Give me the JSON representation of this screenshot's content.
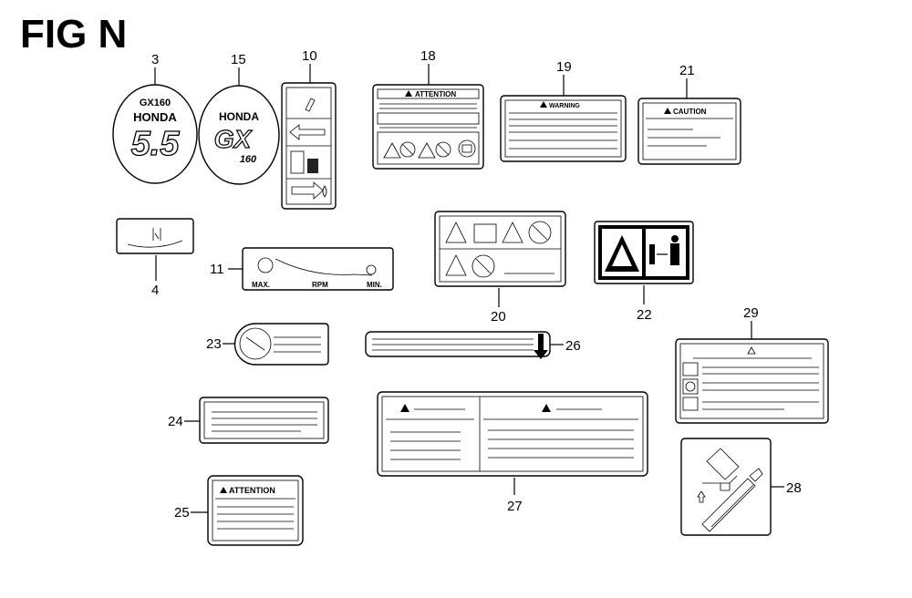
{
  "figure": {
    "title": "FIG N"
  },
  "parts": [
    {
      "id": "3",
      "text_lines": [
        "GX160",
        "HONDA",
        "5.5"
      ]
    },
    {
      "id": "15",
      "text_lines": [
        "HONDA",
        "GX",
        "160"
      ]
    },
    {
      "id": "10"
    },
    {
      "id": "18",
      "header": "ATTENTION"
    },
    {
      "id": "19",
      "header": "WARNING"
    },
    {
      "id": "21",
      "header": "CAUTION"
    },
    {
      "id": "4"
    },
    {
      "id": "11",
      "labels": [
        "MAX.",
        "RPM",
        "MIN."
      ]
    },
    {
      "id": "20"
    },
    {
      "id": "22"
    },
    {
      "id": "23"
    },
    {
      "id": "26"
    },
    {
      "id": "29"
    },
    {
      "id": "24"
    },
    {
      "id": "27"
    },
    {
      "id": "28"
    },
    {
      "id": "25",
      "header": "ATTENTION"
    }
  ],
  "icons": {
    "warning": "warning-triangle-icon",
    "prohibited": "prohibited-icon",
    "manual": "manual-book-icon",
    "arrow": "arrow-icon"
  }
}
